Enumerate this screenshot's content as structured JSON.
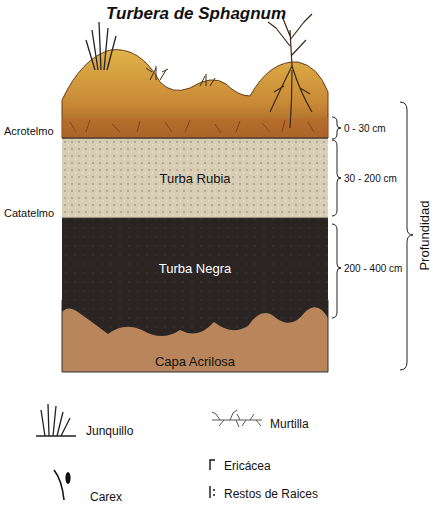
{
  "diagram": {
    "title": "Turbera de Sphagnum",
    "nodes": [
      {
        "text": [
          "Turba Rubia"
        ]
      },
      {
        "text": [
          "Turba Negra"
        ]
      },
      {
        "text": [
          "Capa Acrilosa"
        ]
      }
    ],
    "labels": [
      "Acrotelmo",
      "Catatelmo",
      "0 - 30 cm",
      "30 - 200 cm",
      "200 - 400 cm",
      "Profundidad"
    ],
    "legend": [
      {
        "text": "Junquillo"
      },
      {
        "text": "Murtilla"
      },
      {
        "text": "Carex"
      },
      {
        "text": "Ericácea"
      },
      {
        "text": "Restos de Raices"
      }
    ]
  }
}
